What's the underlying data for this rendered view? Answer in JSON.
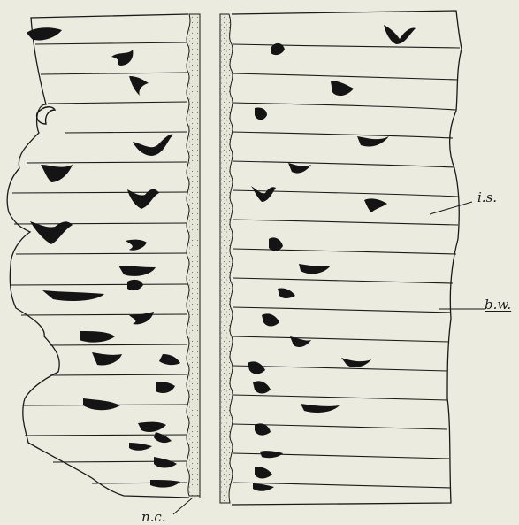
{
  "labels": {
    "intersegmental_septum": "i.s.",
    "body_wall": "b.w.",
    "nerve_cord": "n.c."
  },
  "colors": {
    "paper": "#ebebdf",
    "ink": "#1a1a1a",
    "stipple": "#8a8a80"
  }
}
